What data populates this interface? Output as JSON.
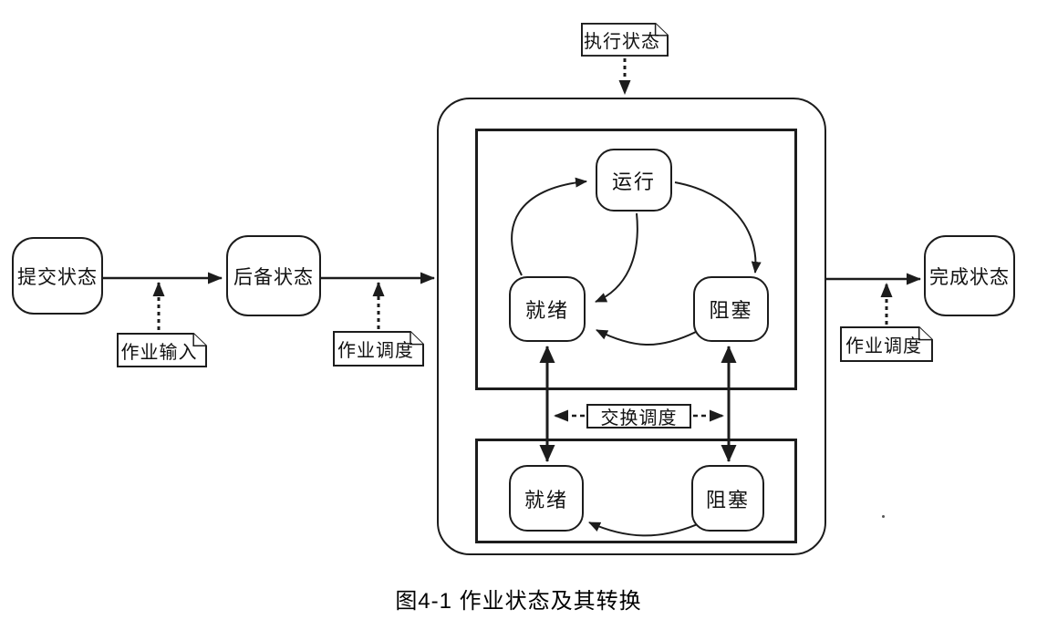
{
  "diagram": {
    "caption": "图4-1  作业状态及其转换",
    "states": {
      "submit": "提交状态",
      "backup": "后备状态",
      "complete": "完成状态",
      "running": "运行",
      "ready_top": "就绪",
      "blocked_top": "阻塞",
      "ready_bottom": "就绪",
      "blocked_bottom": "阻塞"
    },
    "notes": {
      "execution_state": "执行状态",
      "job_input": "作业输入",
      "job_schedule_left": "作业调度",
      "job_schedule_right": "作业调度"
    },
    "labels": {
      "swap_schedule": "交换调度"
    },
    "colors": {
      "line": "#1c1c1c",
      "background": "#ffffff"
    }
  }
}
